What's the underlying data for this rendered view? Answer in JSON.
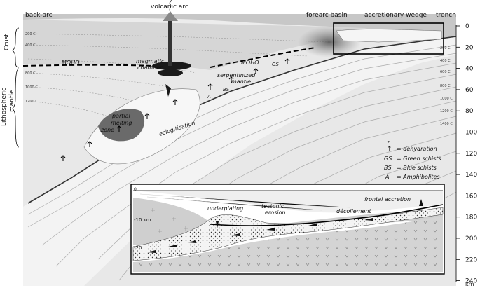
{
  "labels": {
    "back_arc": "back-arc",
    "volcanic_arc": "volcanic arc",
    "forearc_basin": "forearc basin",
    "accretionary_wedge": "accretionary wedge",
    "trench": "trench",
    "crust": "Crust",
    "lithospheric_mantle_1": "Lithospheric",
    "lithospheric_mantle_2": "mantle",
    "moho_left": "MOHO",
    "moho_right": "MOHO",
    "magmatic_chamber_1": "magmatic",
    "magmatic_chamber_2": "chamber",
    "serpentinized_1": "serpentinized",
    "serpentinized_2": "mantle",
    "partial_1": "partial",
    "partial_2": "melting",
    "partial_3": "zone",
    "eclogitisation": "eclogitisation",
    "gs_tag": "GS",
    "bs_tag": "BS",
    "a_tag": "A"
  },
  "legend": [
    {
      "symbol": "↑",
      "text": "= dehydration",
      "extra": "?"
    },
    {
      "symbol": "GS",
      "text": "= Green schists"
    },
    {
      "symbol": "BS",
      "text": "= Blue schists"
    },
    {
      "symbol": "A",
      "text": "= Amphibolites"
    }
  ],
  "depth_axis": {
    "unit": "km",
    "ticks": [
      "0",
      "20",
      "40",
      "60",
      "80",
      "100",
      "120",
      "140",
      "160",
      "180",
      "200",
      "220",
      "240"
    ]
  },
  "isotherms": [
    "200 C",
    "400 C",
    "600 C",
    "800 C",
    "1000 C",
    "1200 C",
    "1400 C"
  ],
  "inset": {
    "surface": "0",
    "depth_10": "-10 km",
    "depth_20": "-20",
    "underplating": "underplating",
    "tectonic_1": "tectonic",
    "tectonic_2": "erosion",
    "decollement": "décollement",
    "frontal_accretion": "frontal accretion"
  },
  "colors": {
    "crust": "#c9c9c9",
    "mantle": "#e2e2e2",
    "slab": "#f2f2f2",
    "dark": "#1a1a1a"
  }
}
